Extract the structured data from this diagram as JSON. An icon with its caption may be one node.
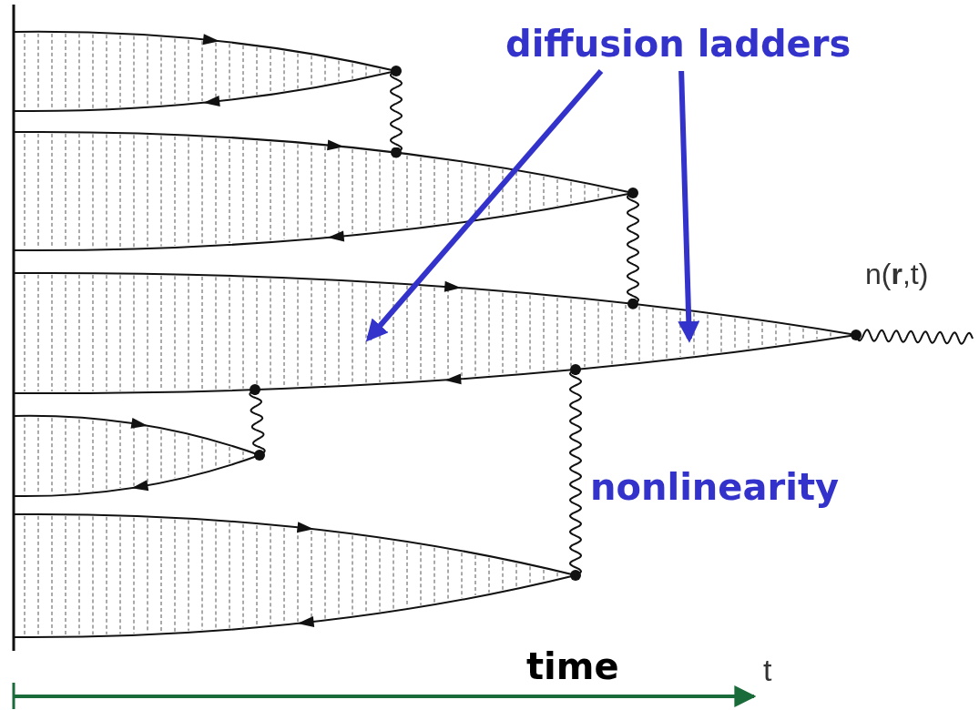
{
  "diagram": {
    "nodes": [
      {
        "text": [
          "diffusion ladders"
        ]
      },
      {
        "text": [
          "nonlinearity"
        ]
      },
      {
        "text": [],
        "shape": "ladder"
      },
      {
        "text": [],
        "shape": "ladder"
      },
      {
        "text": [],
        "shape": "ladder"
      },
      {
        "text": [],
        "shape": "ladder"
      },
      {
        "text": [],
        "shape": "ladder"
      }
    ],
    "edges": [
      {
        "from": 0,
        "to": 4,
        "arrow": "to",
        "style": "thick",
        "color": "#3333cc"
      },
      {
        "from": 0,
        "to": 4,
        "arrow": "to",
        "style": "thick",
        "color": "#3333cc"
      },
      {
        "from": 2,
        "to": 3,
        "arrow": "other"
      },
      {
        "from": 3,
        "to": 4,
        "arrow": "other"
      },
      {
        "from": 4,
        "to": 5,
        "arrow": "other"
      },
      {
        "from": 4,
        "to": 6,
        "arrow": "other"
      },
      {
        "from": 4,
        "to": null,
        "arrow": "other",
        "label": "n(**r**,t)"
      }
    ],
    "labels": [
      "time",
      "t"
    ]
  }
}
